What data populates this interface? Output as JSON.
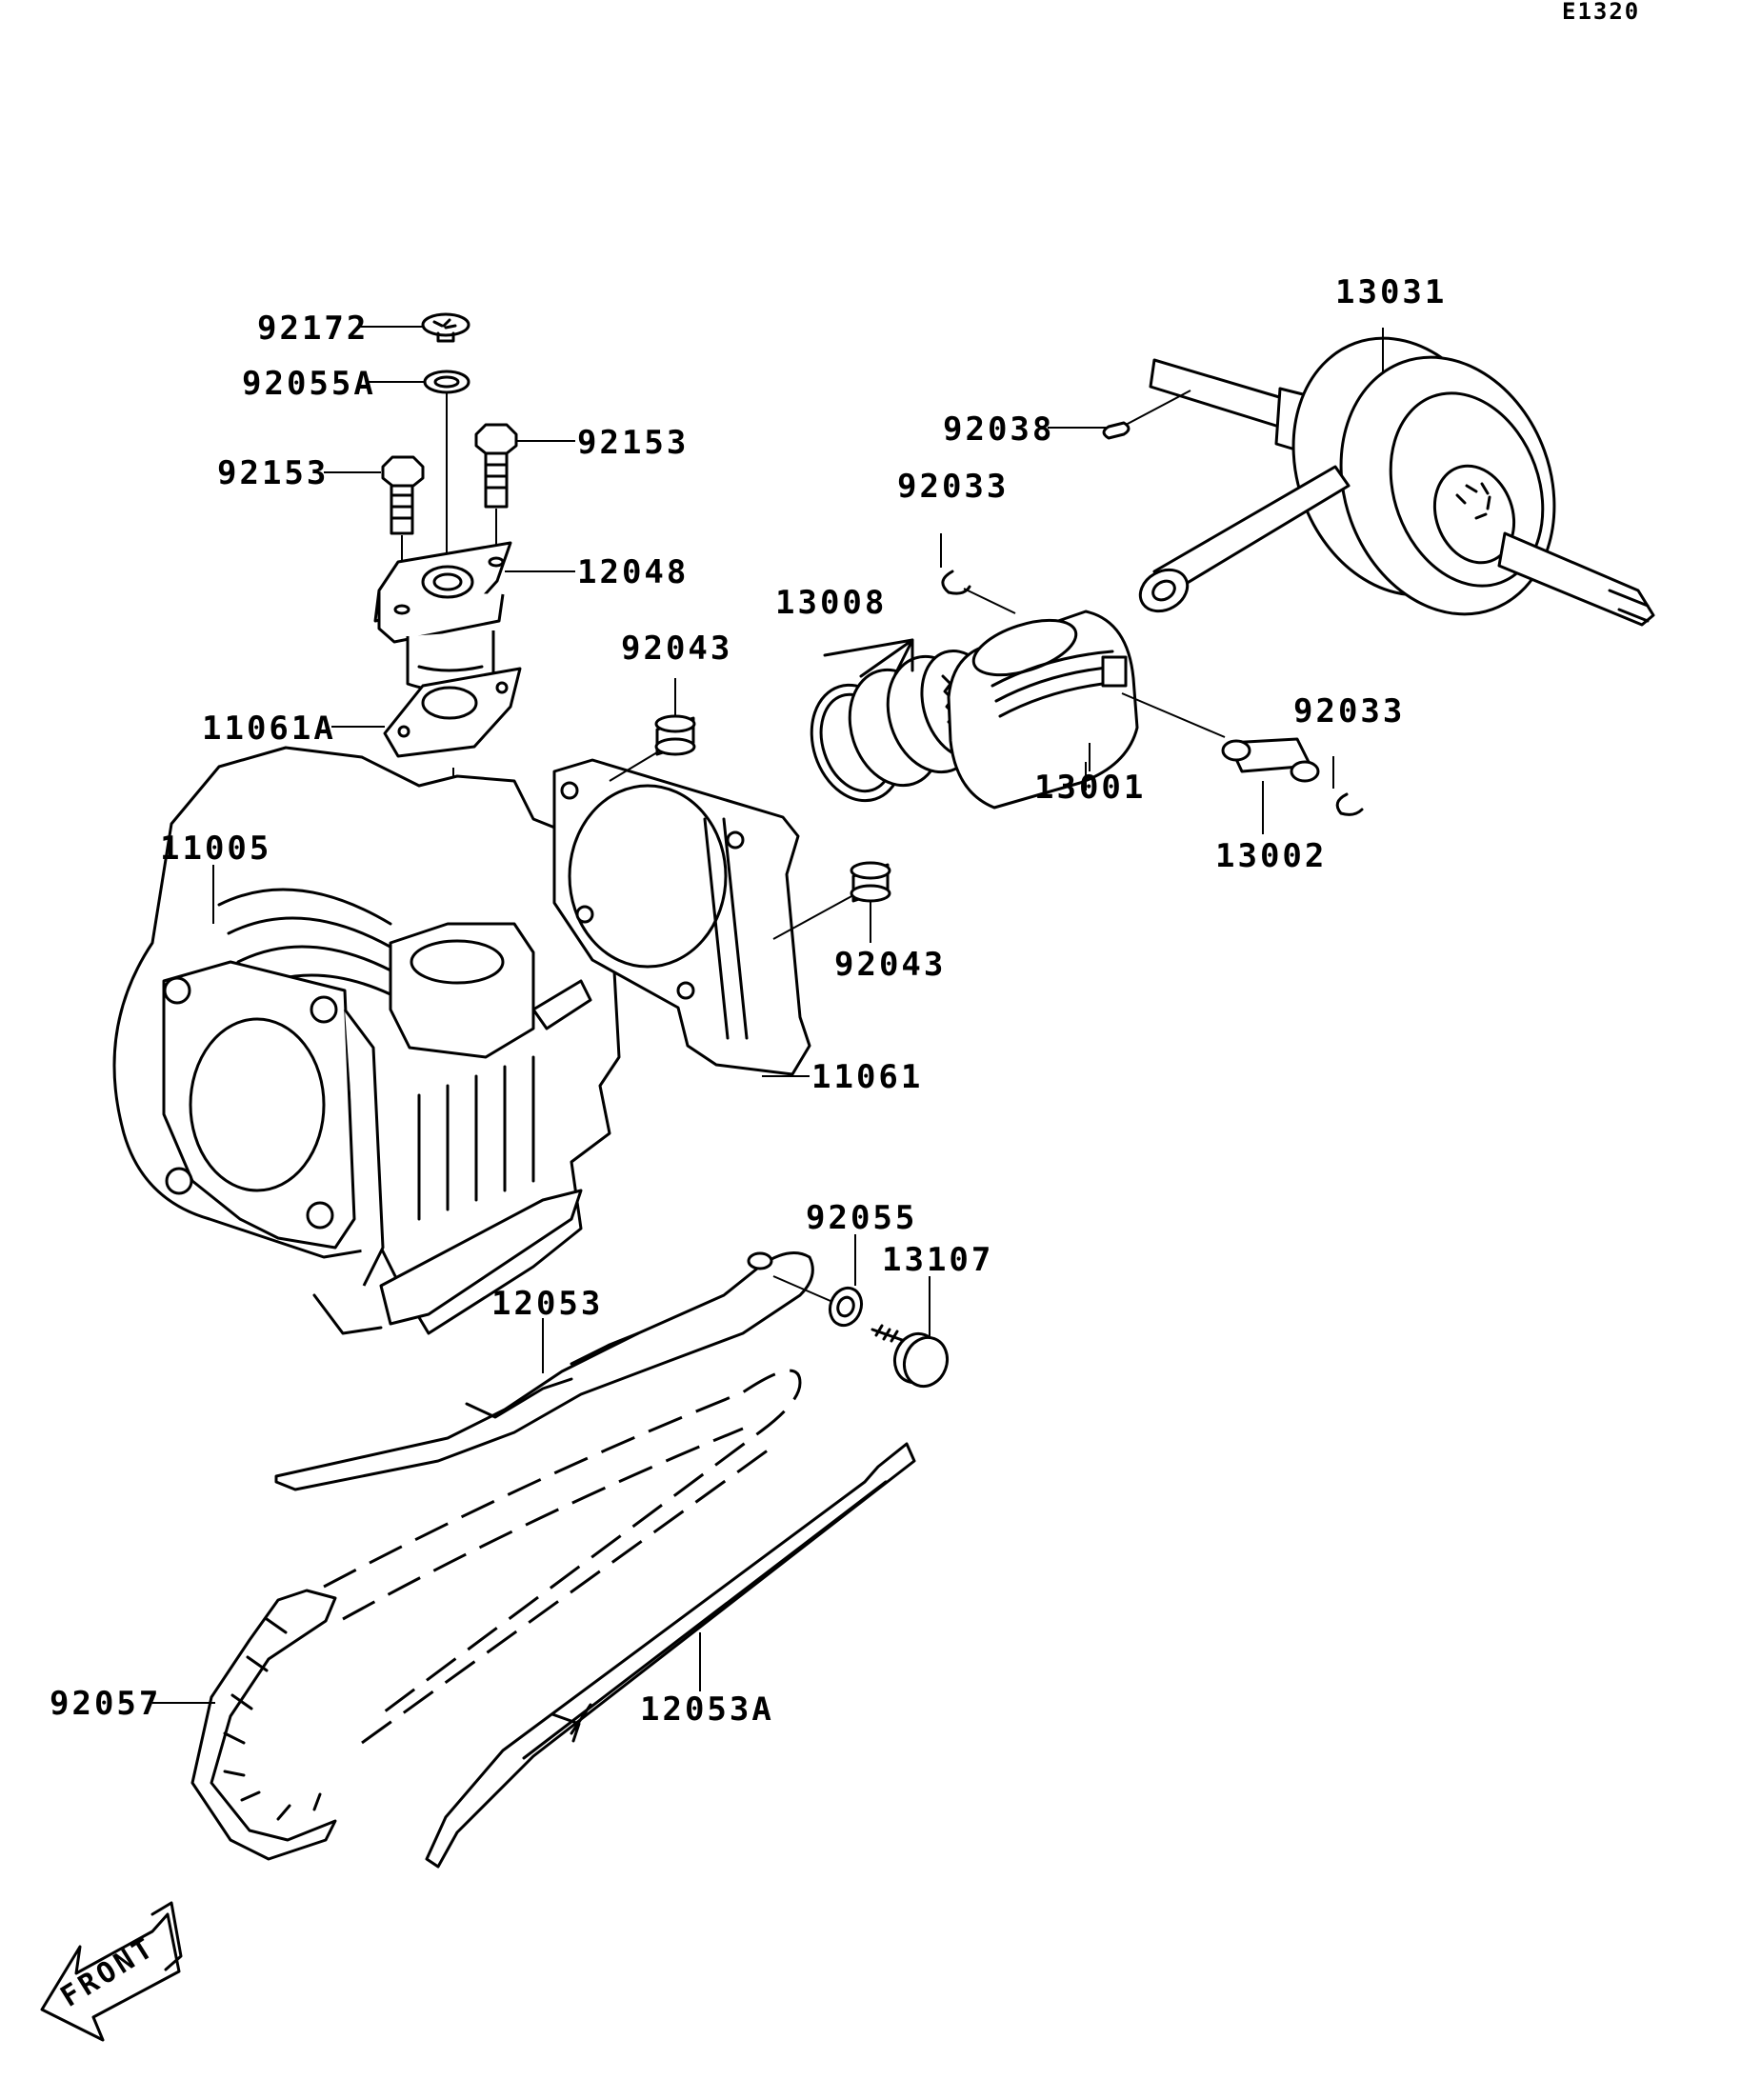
{
  "diagram": {
    "code": "E1320",
    "front_label": "FRONT",
    "labels": {
      "p92172": "92172",
      "p92055A": "92055A",
      "p92153_left": "92153",
      "p92153_right": "92153",
      "p12048": "12048",
      "p11061A": "11061A",
      "p11005": "11005",
      "p92043_top": "92043",
      "p92043_bottom": "92043",
      "p11061": "11061",
      "p13008": "13008",
      "p92033_left": "92033",
      "p92033_right": "92033",
      "p13001": "13001",
      "p13002": "13002",
      "p92038": "92038",
      "p13031": "13031",
      "p92055": "92055",
      "p13107": "13107",
      "p12053": "12053",
      "p92057": "92057",
      "p12053A": "12053A"
    }
  }
}
